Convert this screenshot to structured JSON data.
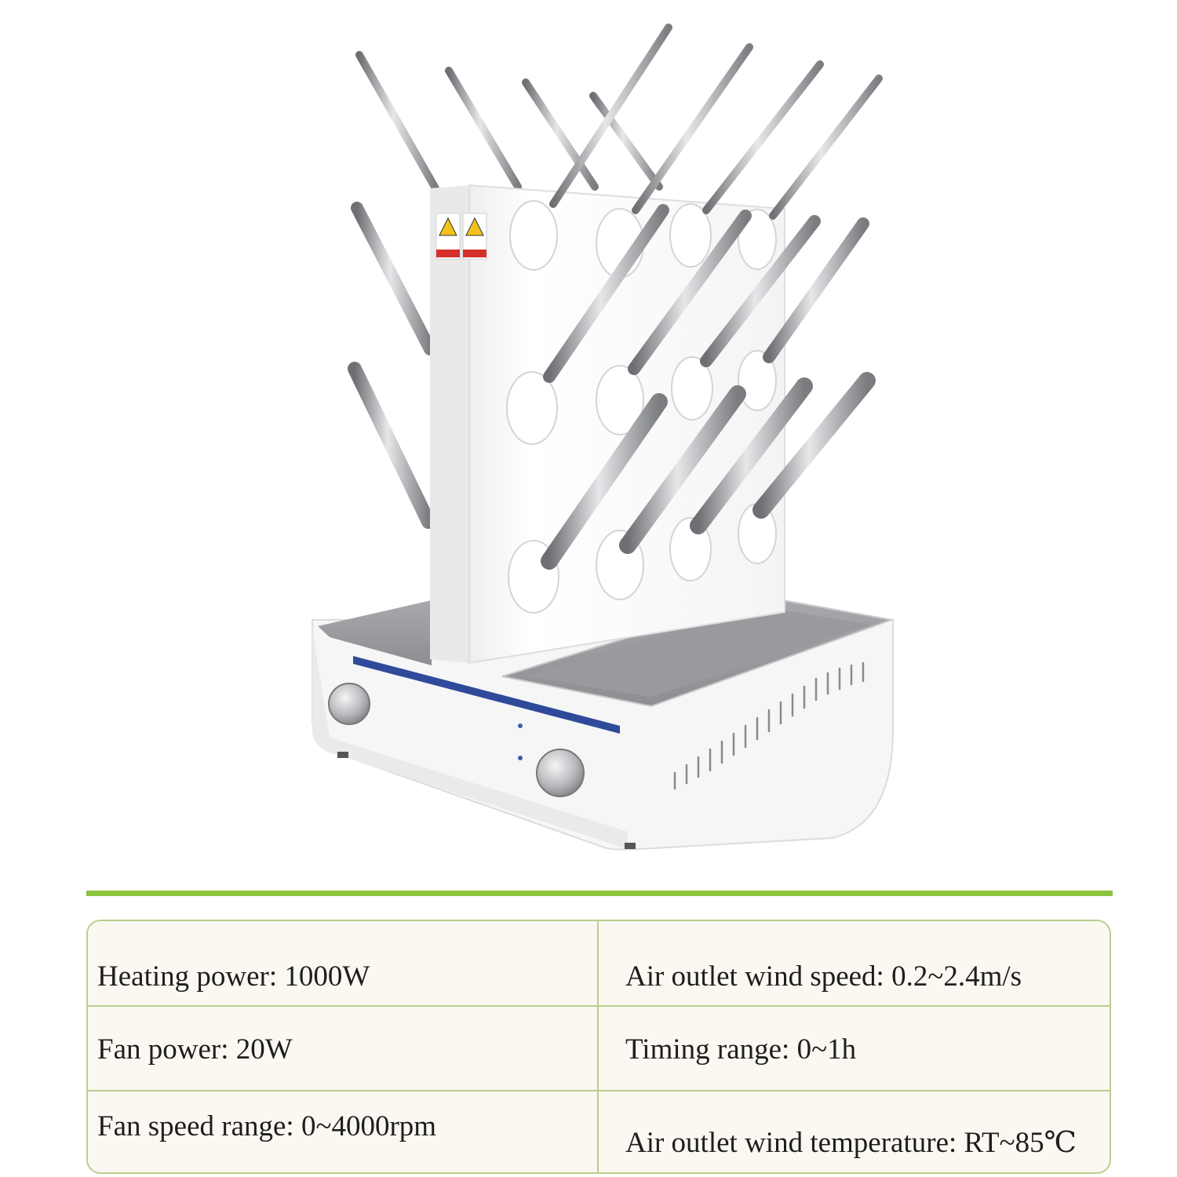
{
  "image": {
    "subject": "glassware-drying-rack",
    "colors": {
      "background": "#ffffff",
      "accent_green": "#8cc43c",
      "table_border": "#b9cf8e",
      "table_fill": "#fbf8f1",
      "device_white": "#f7f7f7",
      "tray_gray": "#9a9b9f",
      "stripe_blue": "#2f4a9a",
      "warning_yellow": "#f4c21b",
      "warning_red": "#d6302b"
    }
  },
  "specs": {
    "heating_power": "Heating power: 1000W",
    "wind_speed": "Air outlet wind speed: 0.2~2.4m/s",
    "fan_power": "Fan power: 20W",
    "timing_range": "Timing range: 0~1h",
    "fan_speed_range": "Fan speed range: 0~4000rpm",
    "wind_temperature": "Air outlet wind temperature: RT~85℃"
  }
}
